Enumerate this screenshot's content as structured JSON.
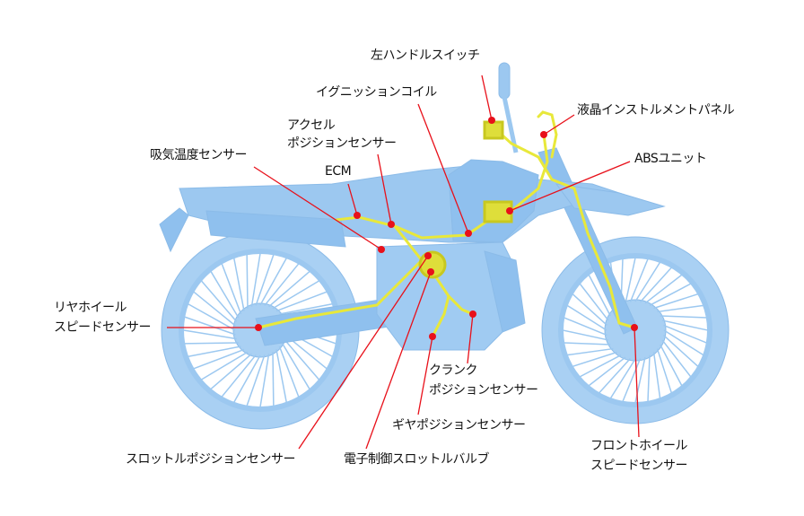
{
  "labels": {
    "left_handle_switch": "左ハンドルスイッチ",
    "ignition_coil": "イグニッションコイル",
    "lcd_instrument_panel": "液晶インストルメントパネル",
    "accel_position_sensor_1": "アクセル",
    "accel_position_sensor_2": "ポジションセンサー",
    "intake_temp_sensor": "吸気温度センサー",
    "ecm": "ECM",
    "abs_unit": "ABSユニット",
    "rear_wheel_speed_sensor_1": "リヤホイール",
    "rear_wheel_speed_sensor_2": "スピードセンサー",
    "crank_position_sensor_1": "クランク",
    "crank_position_sensor_2": "ポジションセンサー",
    "gear_position_sensor": "ギヤポジションセンサー",
    "throttle_position_sensor": "スロットルポジションセンサー",
    "electronic_throttle_valve": "電子制御スロットルバルブ",
    "front_wheel_speed_sensor_1": "フロントホイール",
    "front_wheel_speed_sensor_2": "スピードセンサー"
  },
  "colors": {
    "bike": "#9cc8f0",
    "bike_dark": "#7fb3e6",
    "harness": "#e8e83a",
    "leader": "#e8101a",
    "dot": "#e8101a"
  }
}
